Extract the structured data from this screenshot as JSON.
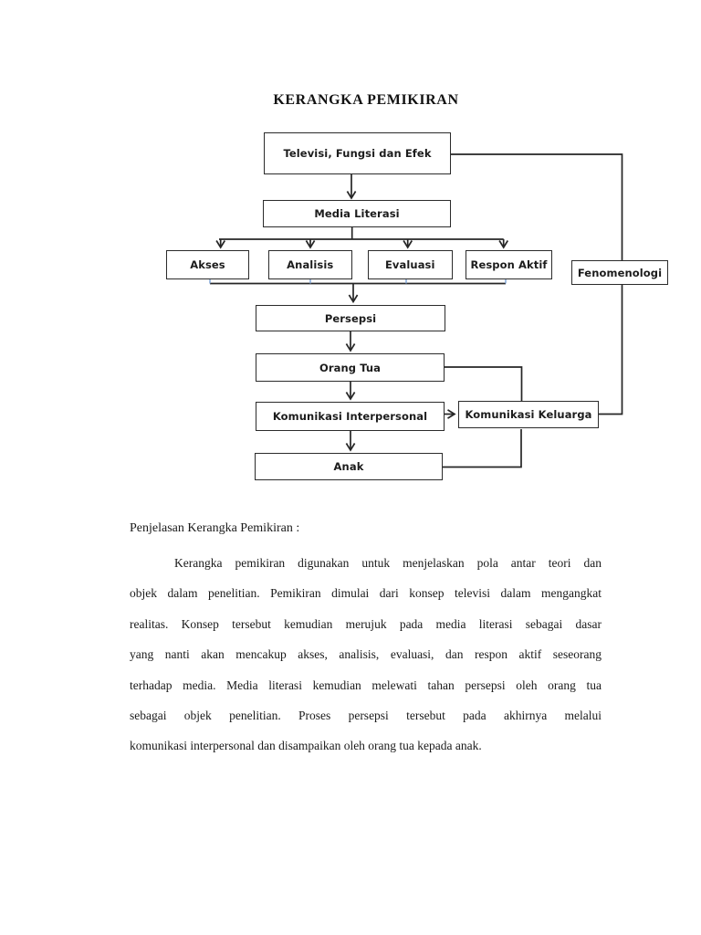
{
  "document": {
    "title": "KERANGKA PEMIKIRAN"
  },
  "diagram": {
    "boxes": {
      "televisi": {
        "label": "Televisi, Fungsi dan Efek"
      },
      "media_literasi": {
        "label": "Media Literasi"
      },
      "akses": {
        "label": "Akses"
      },
      "analisis": {
        "label": "Analisis"
      },
      "evaluasi": {
        "label": "Evaluasi"
      },
      "respon_aktif": {
        "label": "Respon Aktif"
      },
      "fenomenologi": {
        "label": "Fenomenologi"
      },
      "persepsi": {
        "label": "Persepsi"
      },
      "orang_tua": {
        "label": "Orang Tua"
      },
      "komunikasi_interpersonal": {
        "label": "Komunikasi Interpersonal"
      },
      "komunikasi_keluarga": {
        "label": "Komunikasi Keluarga"
      },
      "anak": {
        "label": "Anak"
      }
    },
    "colors": {
      "line": "#262626",
      "box_border": "#2b2b2b",
      "connector_tick_blue": "#7ba3d6"
    }
  },
  "explanation": {
    "heading": "Penjelasan Kerangka Pemikiran :",
    "paragraph_lines": [
      "Kerangka pemikiran digunakan untuk menjelaskan pola antar teori dan",
      "objek dalam penelitian. Pemikiran dimulai dari konsep televisi dalam mengangkat",
      "realitas. Konsep tersebut kemudian merujuk pada media literasi sebagai dasar",
      "yang nanti akan mencakup akses, analisis, evaluasi, dan respon aktif seseorang",
      "terhadap media. Media literasi kemudian melewati tahan persepsi oleh orang tua",
      "sebagai objek penelitian. Proses persepsi tersebut pada akhirnya melalui",
      "komunikasi interpersonal dan disampaikan oleh orang tua kepada anak."
    ]
  }
}
